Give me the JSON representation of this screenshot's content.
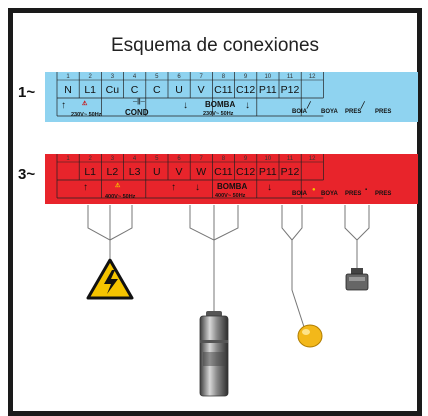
{
  "title": "Esquema de conexiones",
  "mono": {
    "label": "1~",
    "numbers": [
      "1",
      "2",
      "3",
      "4",
      "5",
      "6",
      "7",
      "8",
      "9",
      "10",
      "11",
      "12"
    ],
    "terminals": [
      "N",
      "L1",
      "Cu",
      "C",
      "C",
      "U",
      "V",
      "C11",
      "C12",
      "P11",
      "P12",
      ""
    ],
    "supply": "230V~ 50Hz",
    "cond": "COND",
    "pump": "BOMBA",
    "pump_supply": "230V~ 50Hz",
    "boia": "BOIA",
    "boya": "BOYA",
    "pres1": "PRES",
    "pres2": "PRES"
  },
  "tri": {
    "label": "3~",
    "numbers": [
      "1",
      "2",
      "3",
      "4",
      "5",
      "6",
      "7",
      "8",
      "9",
      "10",
      "11",
      "12"
    ],
    "terminals": [
      "",
      "L1",
      "L2",
      "L3",
      "U",
      "V",
      "W",
      "C11",
      "C12",
      "P11",
      "P12",
      ""
    ],
    "supply": "400V~ 50Hz",
    "pump": "BOMBA",
    "pump_supply": "400V~ 50Hz",
    "boia": "BOIA",
    "boya": "BOYA",
    "pres1": "PRES",
    "pres2": "PRES"
  },
  "colors": {
    "mono": "#8fd3f0",
    "tri": "#e8242b"
  },
  "icons": [
    "high-voltage-icon",
    "submersible-pump-icon",
    "float-switch-icon",
    "pressure-switch-icon"
  ]
}
